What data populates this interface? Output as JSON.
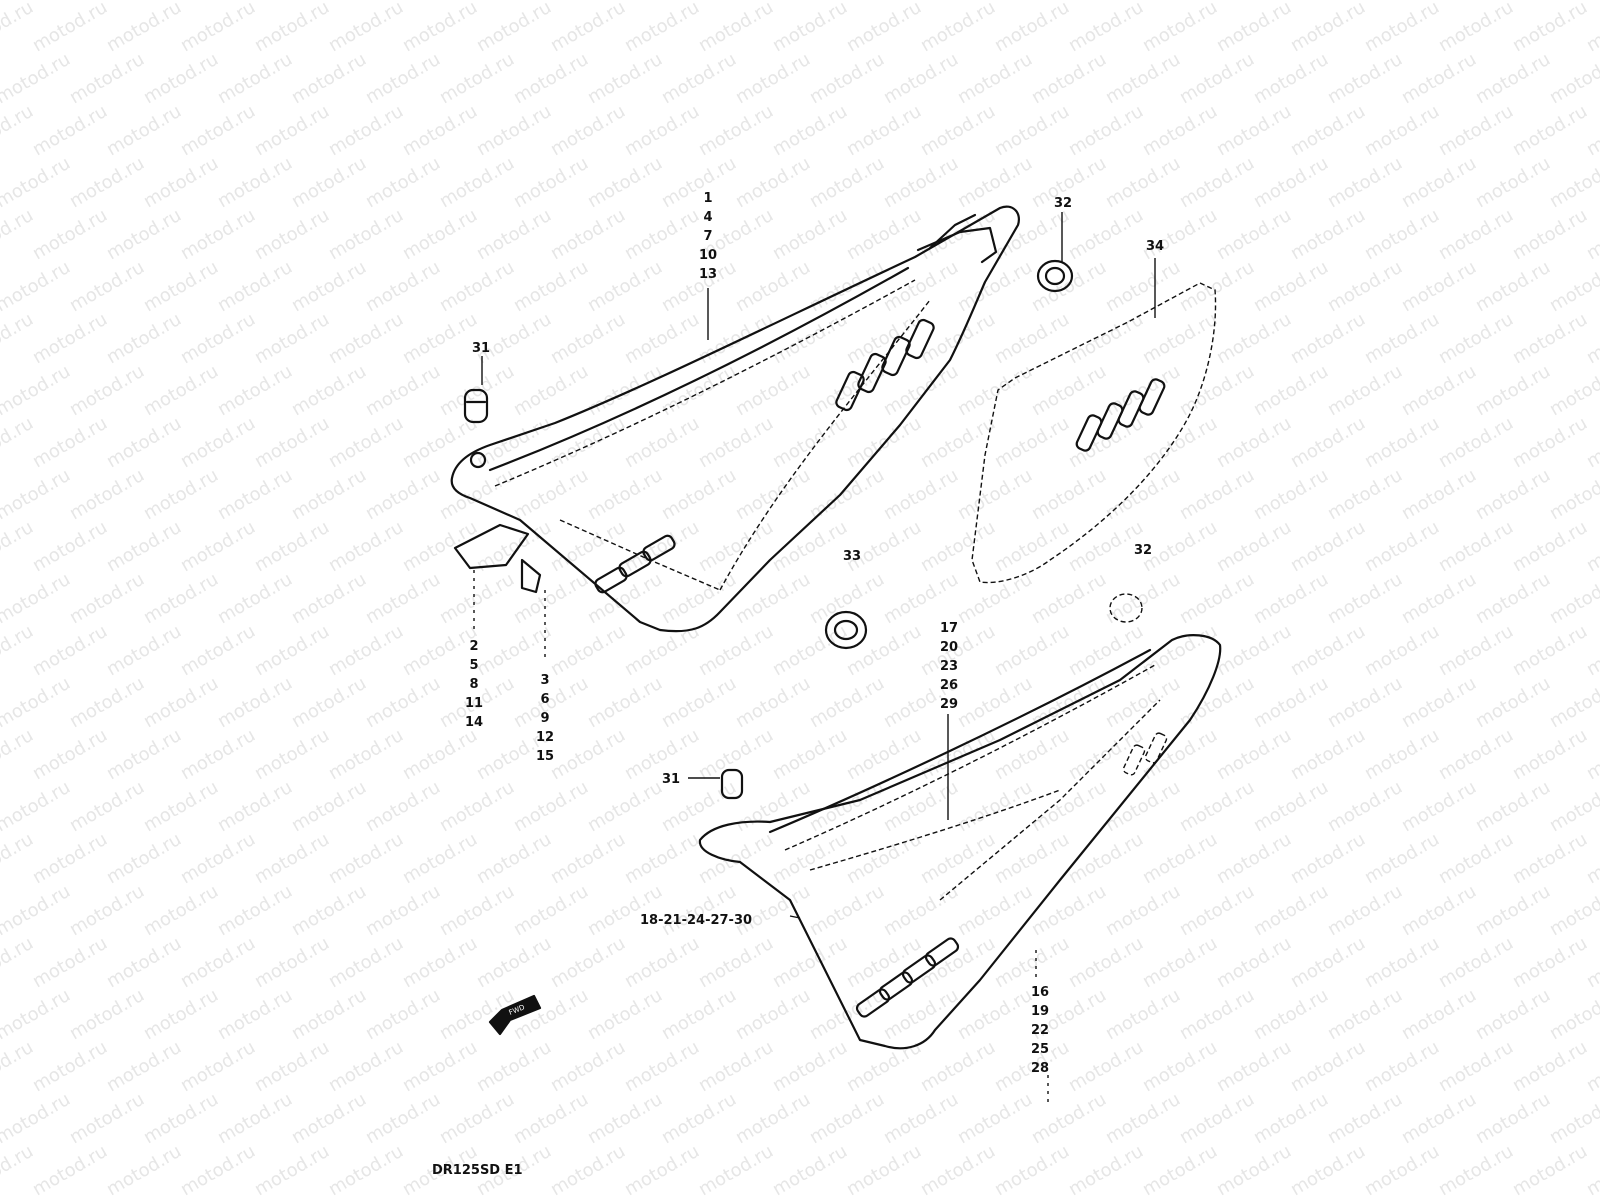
{
  "diagram": {
    "model_code": "DR125SD E1",
    "watermark_text": "motod.ru",
    "callouts": {
      "upper_cover_parts": [
        "1",
        "4",
        "7",
        "10",
        "13"
      ],
      "left_grommet_parts": [
        "2",
        "5",
        "8",
        "11",
        "14"
      ],
      "left_bush_parts": [
        "3",
        "6",
        "9",
        "12",
        "15"
      ],
      "lower_cover_parts": [
        "17",
        "20",
        "23",
        "26",
        "29"
      ],
      "lower_cover_right_parts": [
        "16",
        "19",
        "22",
        "25",
        "28"
      ],
      "emblem_parts": "18-21-24-27-30",
      "cushion_top": "31",
      "cushion_bottom": "31",
      "grommet_top": "32",
      "grommet_right": "32",
      "grommet_center": "33",
      "plate": "34"
    },
    "front_arrow_label": "FWD",
    "colors": {
      "ink": "#111111",
      "paper": "#ffffff",
      "watermark": "#e6e6e6"
    }
  }
}
